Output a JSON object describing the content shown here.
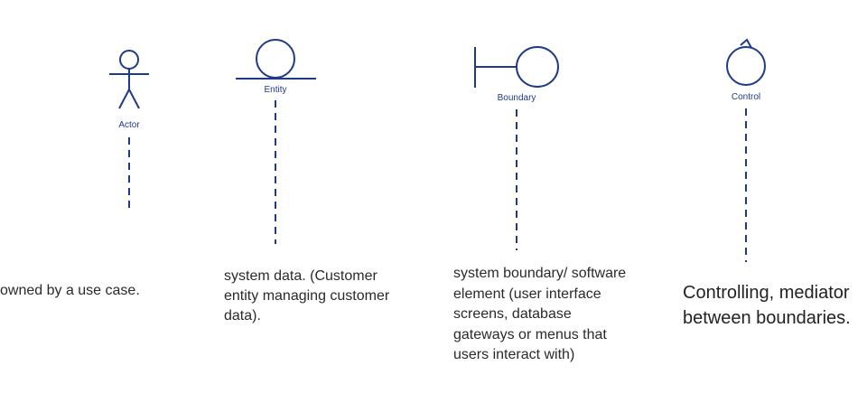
{
  "diagram": {
    "stroke_color": "#1f3a8a",
    "actor": {
      "label": "Actor",
      "description": "owned by a use case."
    },
    "entity": {
      "label": "Entity",
      "description": "system data. (Customer\nentity managing customer\ndata)."
    },
    "boundary": {
      "label": "Boundary",
      "description": "system boundary/ software\nelement (user interface\nscreens, database\ngateways or menus that\nusers interact with)"
    },
    "control": {
      "label": "Control",
      "description": "Controlling, mediator\nbetween boundaries."
    }
  }
}
